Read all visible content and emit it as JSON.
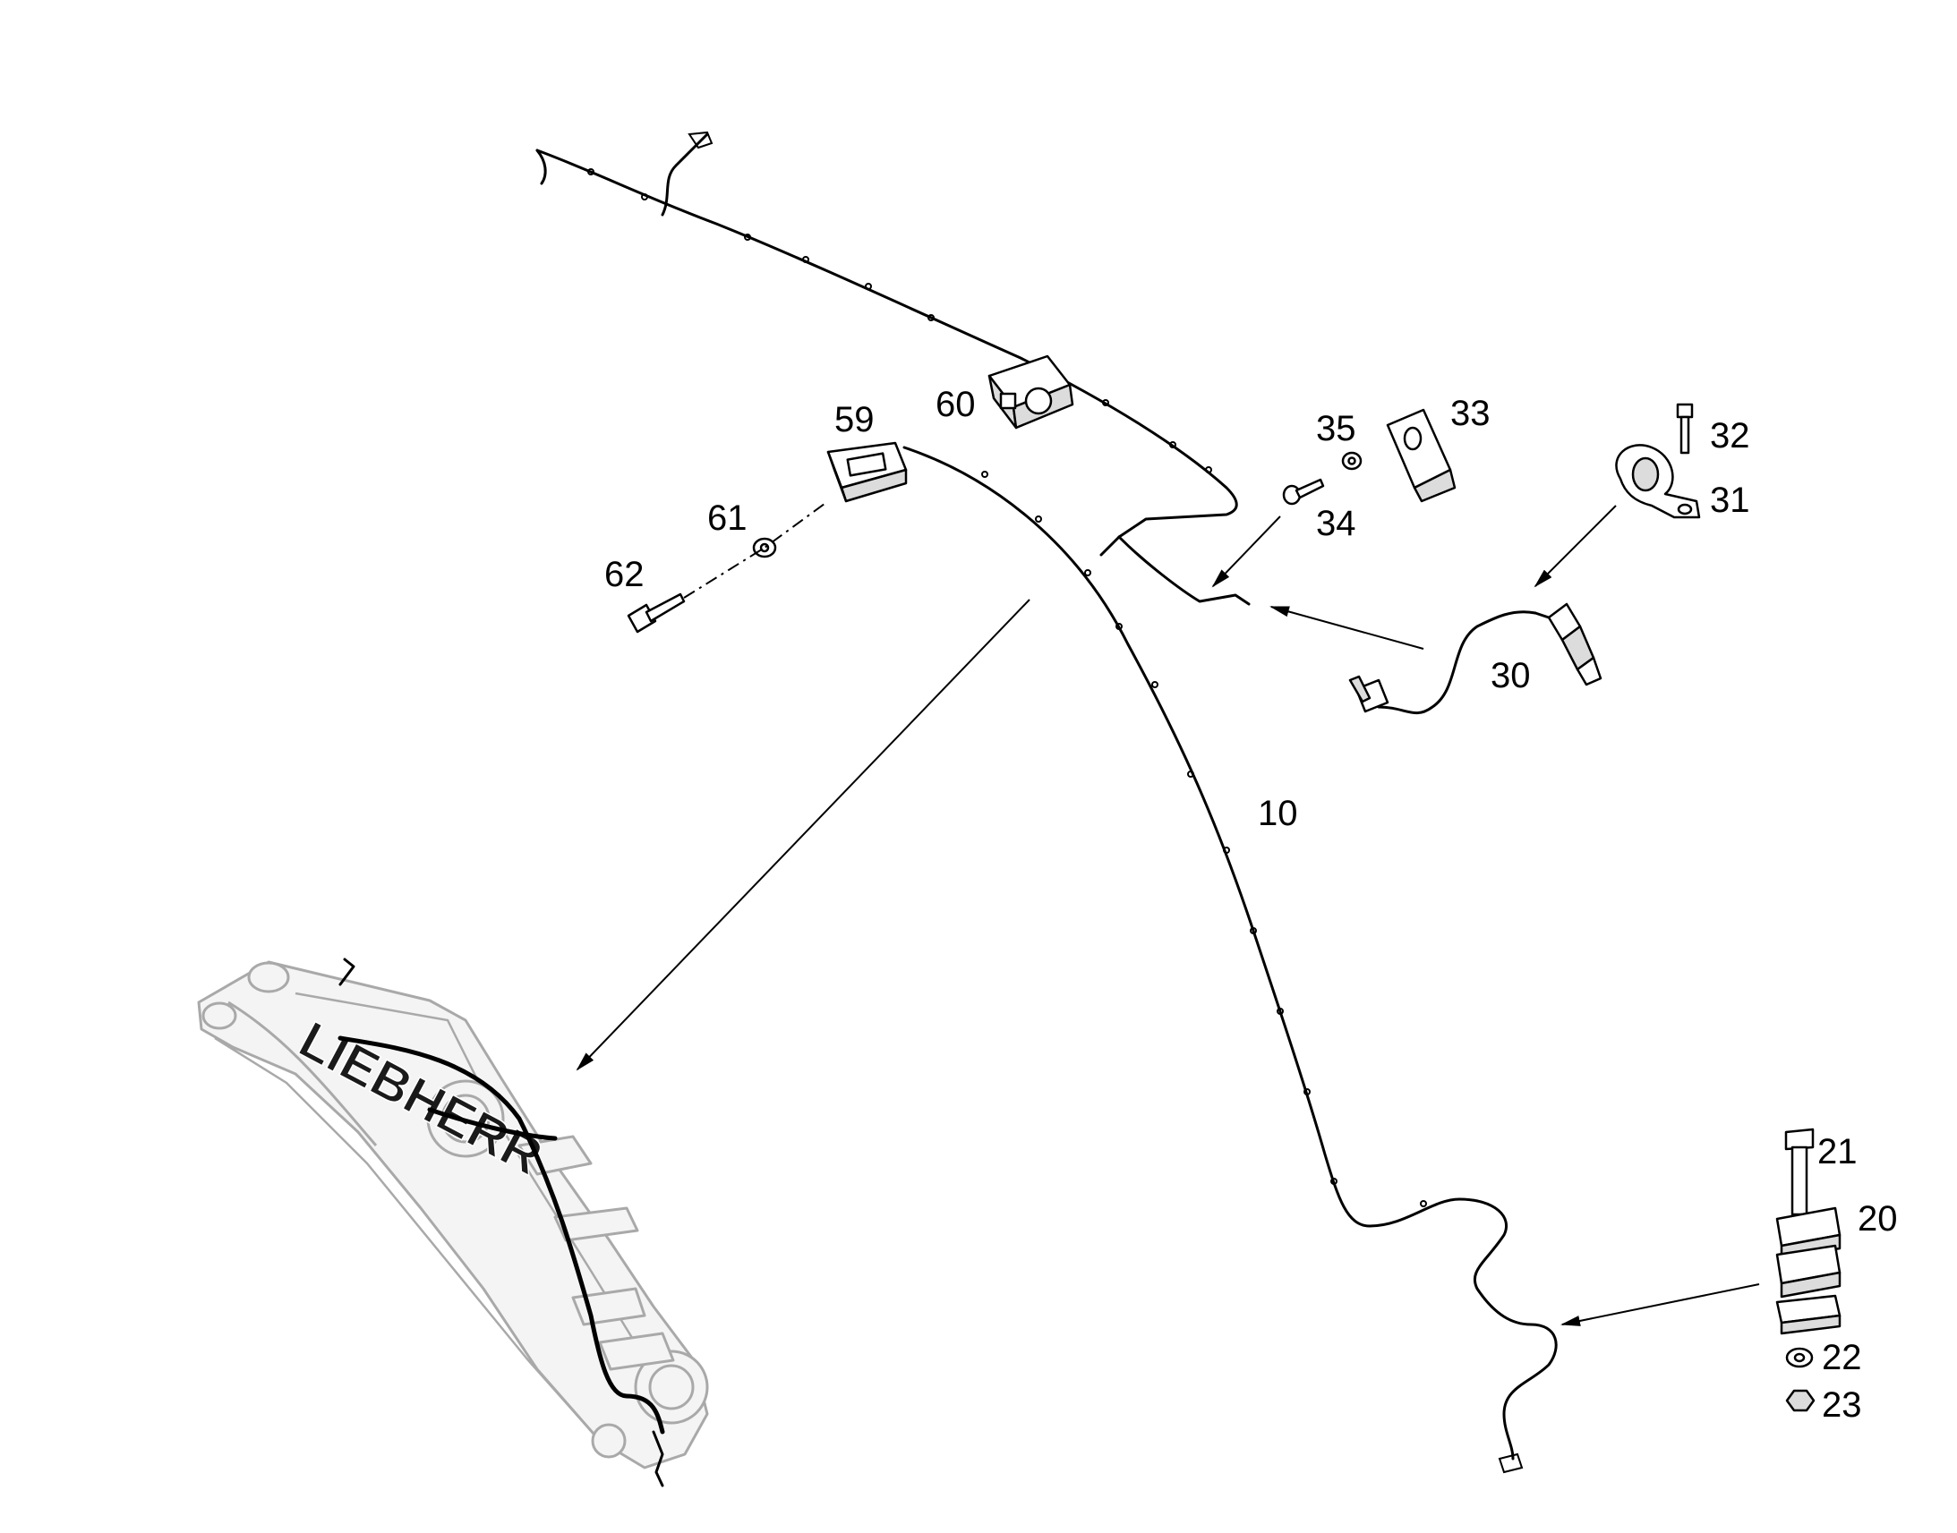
{
  "logo_text": "LIEBHERR",
  "callouts": [
    {
      "id": "c10",
      "text": "10"
    },
    {
      "id": "c20",
      "text": "20"
    },
    {
      "id": "c21",
      "text": "21"
    },
    {
      "id": "c22",
      "text": "22"
    },
    {
      "id": "c23",
      "text": "23"
    },
    {
      "id": "c30",
      "text": "30"
    },
    {
      "id": "c31",
      "text": "31"
    },
    {
      "id": "c32",
      "text": "32"
    },
    {
      "id": "c33",
      "text": "33"
    },
    {
      "id": "c34",
      "text": "34"
    },
    {
      "id": "c35",
      "text": "35"
    },
    {
      "id": "c59",
      "text": "59"
    },
    {
      "id": "c60",
      "text": "60"
    },
    {
      "id": "c61",
      "text": "61"
    },
    {
      "id": "c62",
      "text": "62"
    }
  ]
}
